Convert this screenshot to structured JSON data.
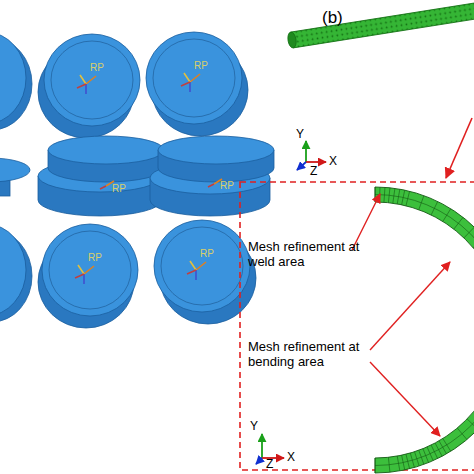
{
  "diagram": {
    "labels": [
      "RP",
      "RP",
      "RP",
      "RP",
      "RP",
      "RP",
      "(b)",
      "Y",
      "X",
      "Z",
      "Mesh refinement at weld area",
      "Mesh refinement at bending area",
      "Y",
      "X",
      "Z"
    ]
  }
}
